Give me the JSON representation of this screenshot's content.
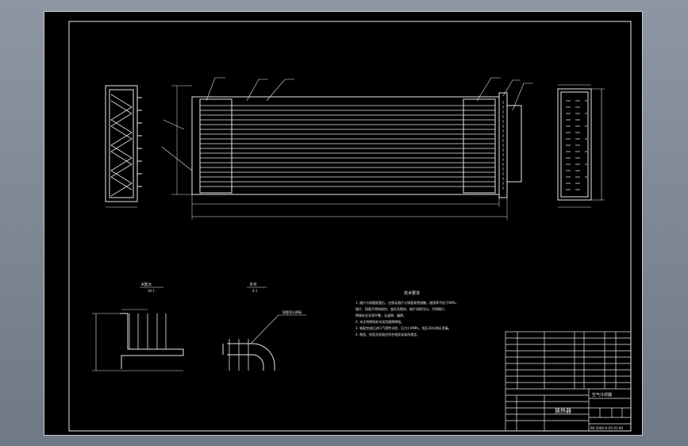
{
  "drawing": {
    "section_a_title": "A放大",
    "section_a_scale": "10:1",
    "section_b_title": "B-B",
    "section_b_scale": "4:1",
    "tube_callout": "铜管弯头焊接",
    "tech_requirements_title": "技术要求",
    "tech_requirements": [
      "1. 翅片与铜管胀管后，应保证翅片与铜管紧密接触，胀接率不低于90%。",
      "   翅片、铜管不得有损伤、变形及裂纹，翅片间距均匀，不得倒片。",
      "   焊接处应光滑平整，无虚焊、漏焊。",
      "2. 未注明焊接处均采用银焊焊接。",
      "3. 装配完成后进行气密性试验，压力1.6MPa，保压30分钟无泄漏。",
      "4. 制造、检验及验收应符合相关标准的规定。"
    ],
    "title_block": {
      "part_name": "换热器",
      "product_name": "空气冷却器",
      "drawing_number": "BX-2000-H-05-01-00"
    },
    "colors": {
      "background": "#000000",
      "lines": "#e8e8e8",
      "outer_frame": "#8d96a2"
    }
  }
}
